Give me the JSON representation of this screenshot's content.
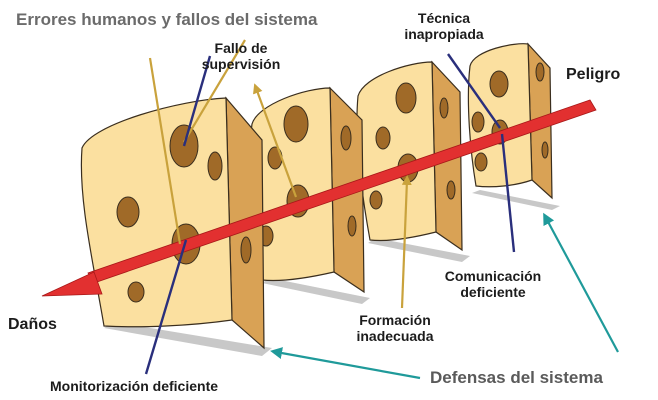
{
  "title": "Errores humanos y fallos del sistema",
  "labels": {
    "fallo_supervision": [
      "Fallo de",
      "supervisión"
    ],
    "tecnica_inapropiada": [
      "Técnica",
      "inapropiada"
    ],
    "peligro": "Peligro",
    "comunicacion_deficiente": [
      "Comunicación",
      "deficiente"
    ],
    "formacion_inadecuada": [
      "Formación",
      "inadecuada"
    ],
    "danos": "Daños",
    "monitorizacion_deficiente": "Monitorización deficiente",
    "defensas_del_sistema": "Defensas del sistema"
  },
  "colors": {
    "cheese_face": "#fbe0a0",
    "cheese_side": "#d9a255",
    "cheese_outline": "#3a2e1e",
    "shadow": "#bfbfbf",
    "arrow": "#e23030",
    "pointer_gold": "#c9a23c",
    "pointer_navy": "#2a2f7c",
    "pointer_teal": "#1f9a9a"
  }
}
